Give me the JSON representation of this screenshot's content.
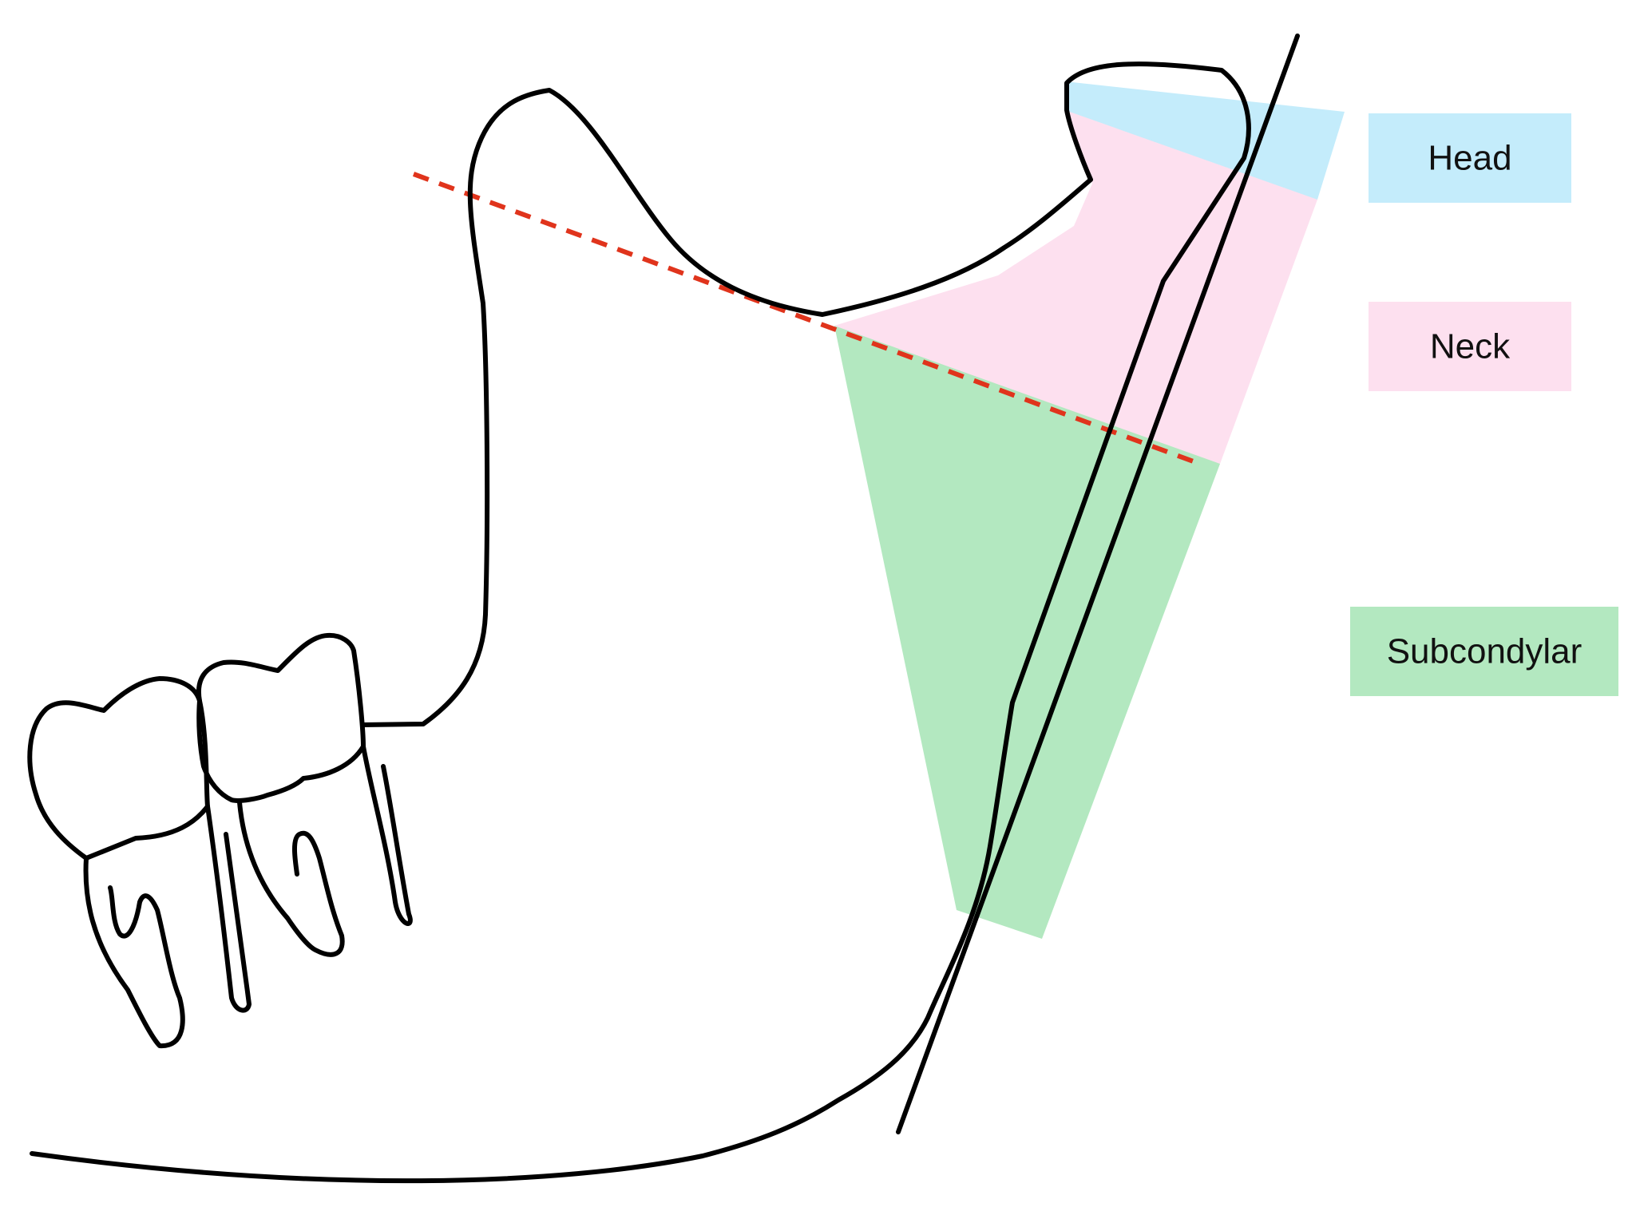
{
  "legend": {
    "head": {
      "label": "Head",
      "color": "#c4ecfb"
    },
    "neck": {
      "label": "Neck",
      "color": "#fde0ef"
    },
    "subcondylar": {
      "label": "Subcondylar",
      "color": "#b3e8c0"
    }
  },
  "lines": {
    "reference_dashed_color": "#e0341c",
    "outline_color": "#000000"
  }
}
